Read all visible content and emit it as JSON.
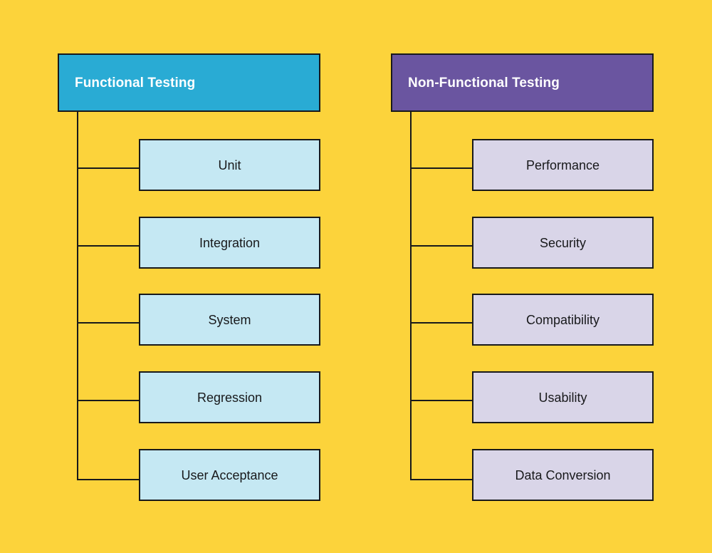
{
  "diagram": {
    "background_color": "#FCD33B",
    "line_color": "#18191B",
    "columns": [
      {
        "id": "functional",
        "header_label": "Functional Testing",
        "header_color": "#29ABD4",
        "header_text_color": "#FFFFFF",
        "child_color": "#C5E8F3",
        "children": [
          {
            "label": "Unit"
          },
          {
            "label": "Integration"
          },
          {
            "label": "System"
          },
          {
            "label": "Regression"
          },
          {
            "label": "User Acceptance"
          }
        ]
      },
      {
        "id": "nonfunctional",
        "header_label": "Non-Functional Testing",
        "header_color": "#6A55A0",
        "header_text_color": "#FFFFFF",
        "child_color": "#D9D5E8",
        "children": [
          {
            "label": "Performance"
          },
          {
            "label": "Security"
          },
          {
            "label": "Compatibility"
          },
          {
            "label": "Usability"
          },
          {
            "label": "Data Conversion"
          }
        ]
      }
    ]
  }
}
